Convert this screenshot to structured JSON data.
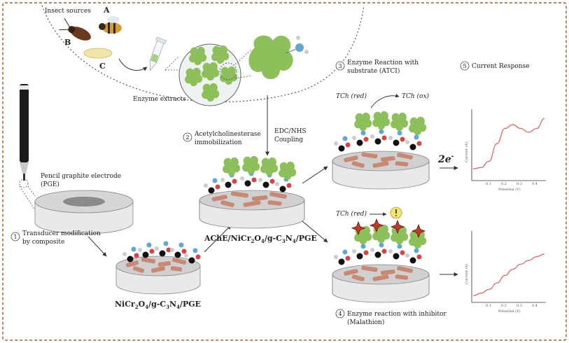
{
  "colors": {
    "frame": "#b85a1e",
    "enzyme": "#8dbf5a",
    "electrode_top": "#c9c9c9",
    "electrode_side": "#e9e9e9",
    "composite": "#c8826b",
    "curve": "#e06666",
    "inhibitor": "#c0392b",
    "carbon": "#111111",
    "oxygen": "#d64545",
    "nitrogen": "#5fa8d3"
  },
  "top": {
    "insect_sources": "Insect sources",
    "label_a": "A",
    "label_b": "B",
    "label_c": "C",
    "enzyme_extracts": "Enzyme extracts"
  },
  "steps": {
    "s1_num": "1",
    "s1_line1": "Transducer modification",
    "s1_line2": "by composite",
    "s2_num": "2",
    "s2_line1": "Acetylcholinesterase",
    "s2_line2": "immobilization",
    "s3_num": "3",
    "s3_line1": "Enzyme Reaction with",
    "s3_line2": "substrate (ATCI)",
    "s4_num": "4",
    "s4_line1": "Enzyme reaction with inhibitor",
    "s4_line2": "(Malathion)",
    "s5_num": "5",
    "s5_line1": "Current Response"
  },
  "labels": {
    "pge_line1": "Pencil graphite electrode",
    "pge_line2": "(PGE)",
    "coupling_line1": "EDC/NHS",
    "coupling_line2": "Coupling",
    "composite_main": "NiCr",
    "composite_s1": "2",
    "composite_m2": "O",
    "composite_s2": "4",
    "composite_m3": "/g-C",
    "composite_s3": "3",
    "composite_m4": "N",
    "composite_s4": "4",
    "composite_end": "/PGE",
    "ache_prefix": "AChE/",
    "tch_red": "TCh (red)",
    "tch_ox": "TCh (ox)",
    "tch_red2": "TCh (red)",
    "electrons": "2e",
    "electrons_sup": "-"
  },
  "graphs": {
    "ylabel": "Current (A)",
    "xlabel": "Potential (V)",
    "ticks": [
      "0.1",
      "0.2",
      "0.3",
      "0.4"
    ]
  },
  "chart_data": [
    {
      "type": "line",
      "xlabel": "Potential (V)",
      "ylabel": "Current (A)",
      "x": [
        0.0,
        0.05,
        0.1,
        0.15,
        0.2,
        0.25,
        0.3,
        0.35,
        0.4,
        0.45
      ],
      "y": [
        3,
        3.5,
        6,
        13,
        19,
        20.5,
        19,
        17.5,
        19,
        23
      ],
      "xlim": [
        0.0,
        0.45
      ],
      "ylim": [
        0,
        25
      ]
    },
    {
      "type": "line",
      "xlabel": "Potential (V)",
      "ylabel": "Current (A)",
      "x": [
        0.0,
        0.05,
        0.1,
        0.15,
        0.2,
        0.25,
        0.3,
        0.35,
        0.4,
        0.45
      ],
      "y": [
        1,
        2,
        3.5,
        6,
        9,
        11.5,
        13.5,
        15,
        16.5,
        17.5
      ],
      "xlim": [
        0.0,
        0.45
      ],
      "ylim": [
        0,
        25
      ]
    }
  ]
}
